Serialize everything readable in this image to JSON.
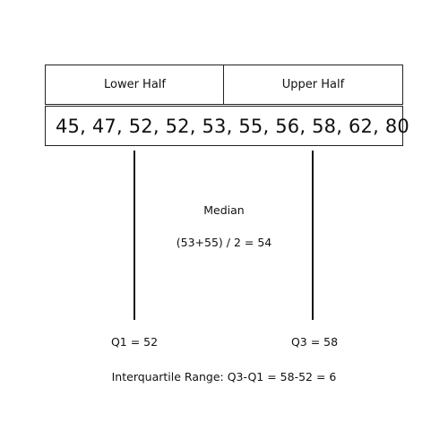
{
  "halves": {
    "lower_label": "Lower Half",
    "upper_label": "Upper Half"
  },
  "data_values": "45, 47, 52, 52, 53, 55, 56, 58, 62, 80",
  "median": {
    "label": "Median",
    "calculation": "(53+55) / 2 = 54"
  },
  "quartiles": {
    "q1": "Q1 = 52",
    "q3": "Q3 = 58"
  },
  "iqr": "Interquartile Range: Q3-Q1 = 58-52 = 6"
}
